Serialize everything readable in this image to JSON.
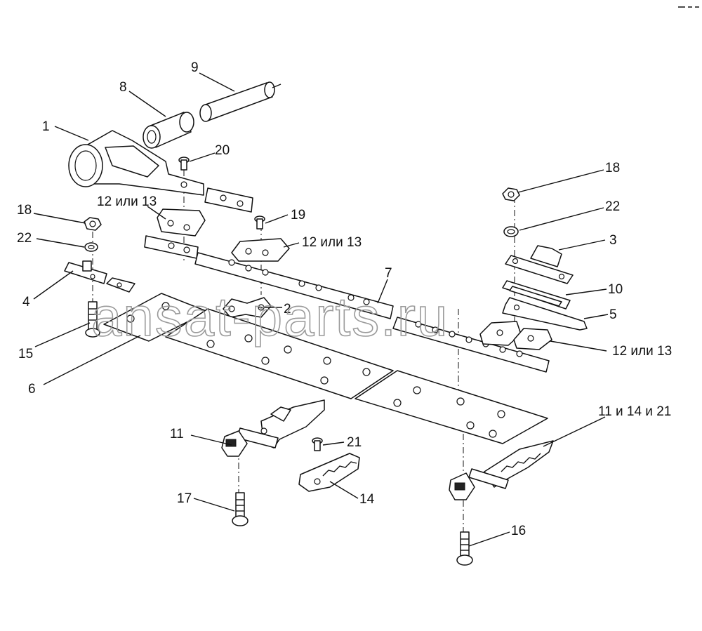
{
  "watermark": "ansat-parts.ru",
  "labels": {
    "l1": "1",
    "l2": "2",
    "l3": "3",
    "l4": "4",
    "l5": "5",
    "l6": "6",
    "l7": "7",
    "l8": "8",
    "l9": "9",
    "l10": "10",
    "l11": "11",
    "l11_14_21": "11 и 14 и 21",
    "l12_13_a": "12 или 13",
    "l12_13_b": "12 или 13",
    "l12_13_c": "12 или 13",
    "l14": "14",
    "l15": "15",
    "l16": "16",
    "l17": "17",
    "l18_left": "18",
    "l18_right": "18",
    "l19": "19",
    "l20": "20",
    "l21": "21",
    "l22_left": "22",
    "l22_right": "22"
  }
}
